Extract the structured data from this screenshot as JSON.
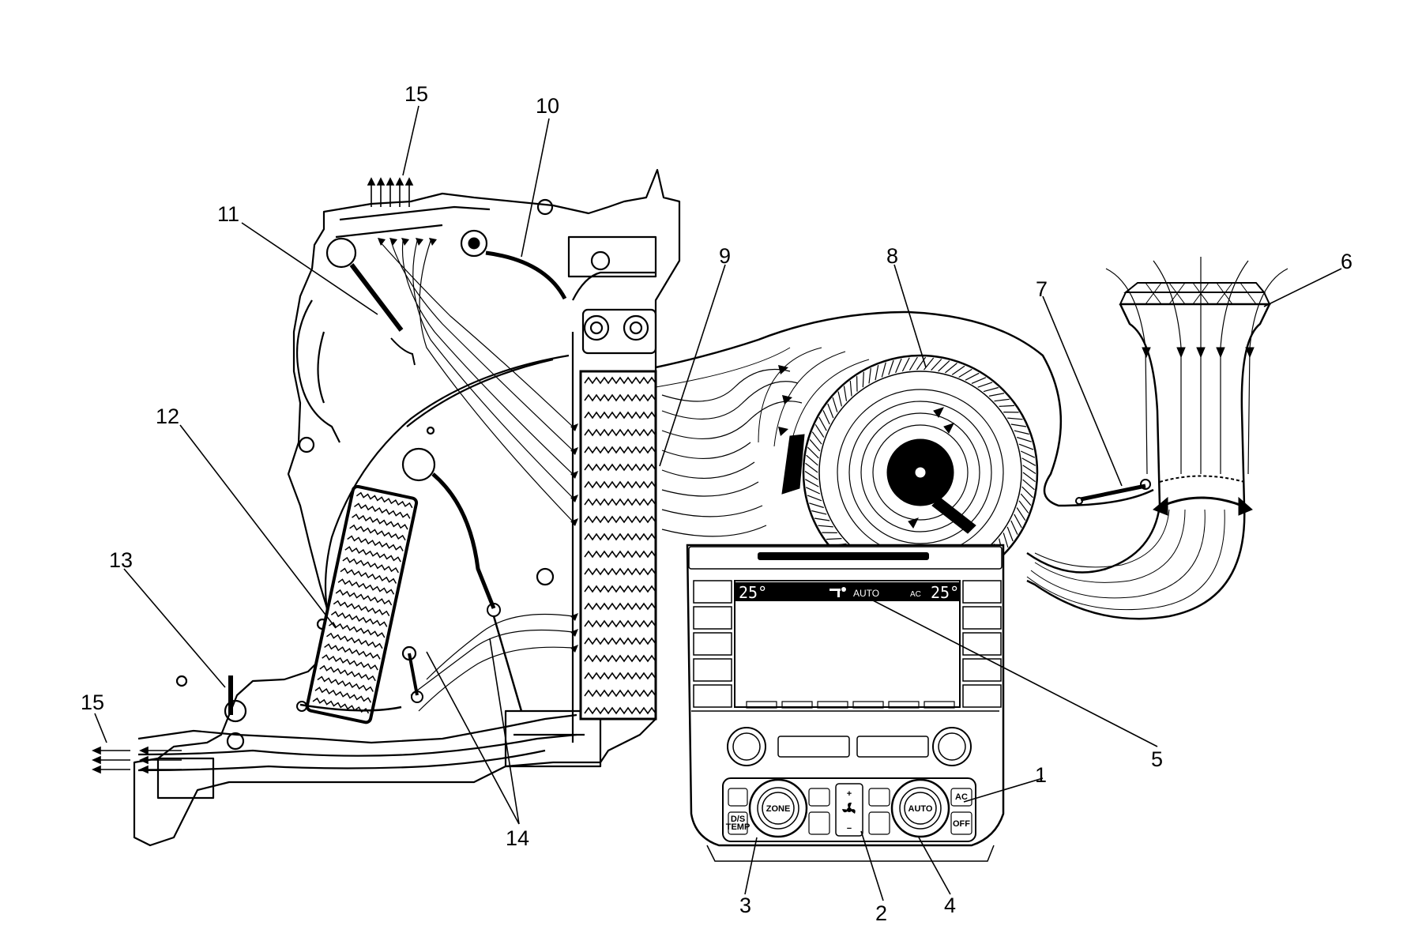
{
  "callouts": {
    "c1": "1",
    "c2": "2",
    "c3": "3",
    "c4": "4",
    "c5": "5",
    "c6": "6",
    "c7": "7",
    "c8": "8",
    "c9": "9",
    "c10": "10",
    "c11": "11",
    "c12": "12",
    "c13": "13",
    "c14": "14",
    "c15_top": "15",
    "c15_left": "15"
  },
  "display": {
    "temp_left": "25°",
    "temp_right": "25°",
    "mode": "AUTO",
    "ac": "AC"
  },
  "controls": {
    "left_knob": "ZONE",
    "right_knob": "AUTO",
    "ds_temp": "D/S\nTEMP",
    "ds_temp_line1": "D/S",
    "ds_temp_line2": "TEMP",
    "ac_button": "AC",
    "off_button": "OFF",
    "fan_plus": "+",
    "fan_minus": "−"
  },
  "colors": {
    "line": "#000000",
    "background": "#ffffff",
    "screen_bar": "#000000"
  }
}
